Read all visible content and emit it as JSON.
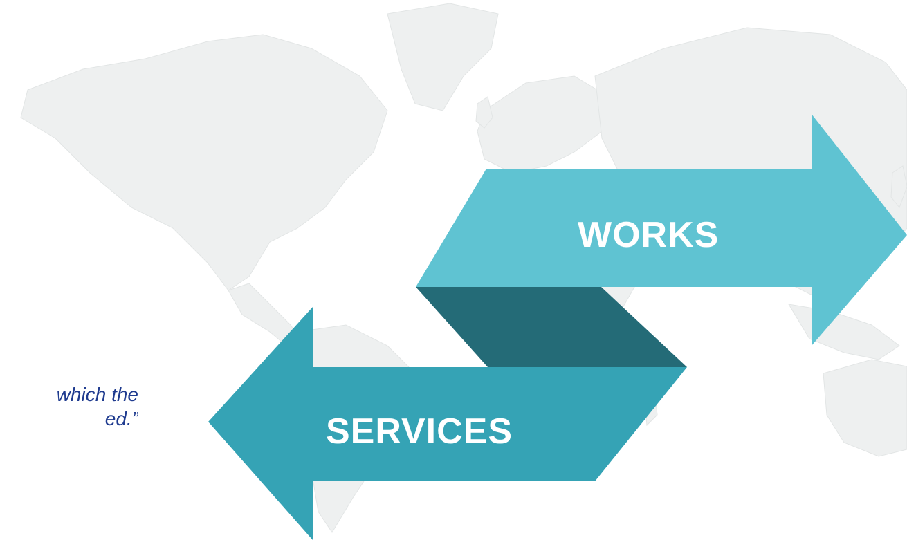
{
  "quote": {
    "line1": "which the",
    "line2": "ed.”"
  },
  "arrows": {
    "works_label": "WORKS",
    "services_label": "SERVICES"
  },
  "colors": {
    "works_arrow": "#5fc3d2",
    "services_arrow": "#35a3b5",
    "connector": "#246b77",
    "map_land": "#eef0f0",
    "quote_text": "#1f3b8f",
    "label_text": "#ffffff"
  }
}
